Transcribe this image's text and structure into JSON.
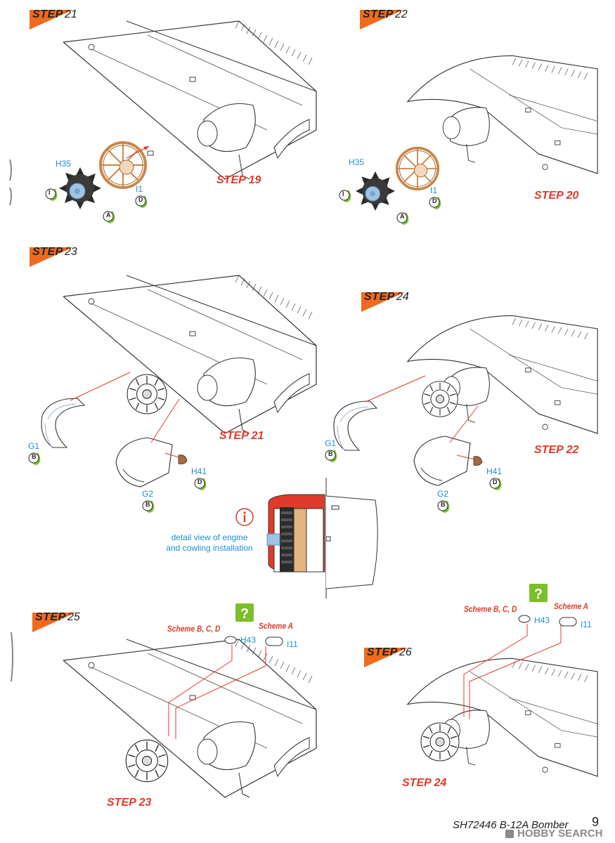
{
  "steps": [
    {
      "word": "STEP",
      "num": "21"
    },
    {
      "word": "STEP",
      "num": "22"
    },
    {
      "word": "STEP",
      "num": "23"
    },
    {
      "word": "STEP",
      "num": "24"
    },
    {
      "word": "STEP",
      "num": "25"
    },
    {
      "word": "STEP",
      "num": "26"
    }
  ],
  "refs": {
    "r19": "STEP 19",
    "r20": "STEP 20",
    "r21": "STEP 21",
    "r22": "STEP 22",
    "r23": "STEP 23",
    "r24": "STEP 24"
  },
  "parts": {
    "h35": "H35",
    "i1": "I1",
    "g1": "G1",
    "g2": "G2",
    "h41": "H41",
    "h43": "H43",
    "i11": "I11"
  },
  "paint_codes": {
    "i": "I",
    "a": "A",
    "d": "D",
    "b": "B"
  },
  "schemes": {
    "bcd": "Scheme B, C, D",
    "a": "Scheme A"
  },
  "detail": {
    "line1": "detail view of engine",
    "line2": "and cowling installation"
  },
  "icons": {
    "info": "info-icon",
    "question": "question-mark-icon"
  },
  "colors": {
    "accent": "#e03a2a",
    "flag": "#f06a1e",
    "part_blue": "#1e8fd6",
    "green": "#7bbf2a",
    "prop": "#c8864a"
  },
  "footer": {
    "title": "SH72446 B-12A Bomber",
    "page": "9"
  },
  "watermark": "HOBBY SEARCH"
}
